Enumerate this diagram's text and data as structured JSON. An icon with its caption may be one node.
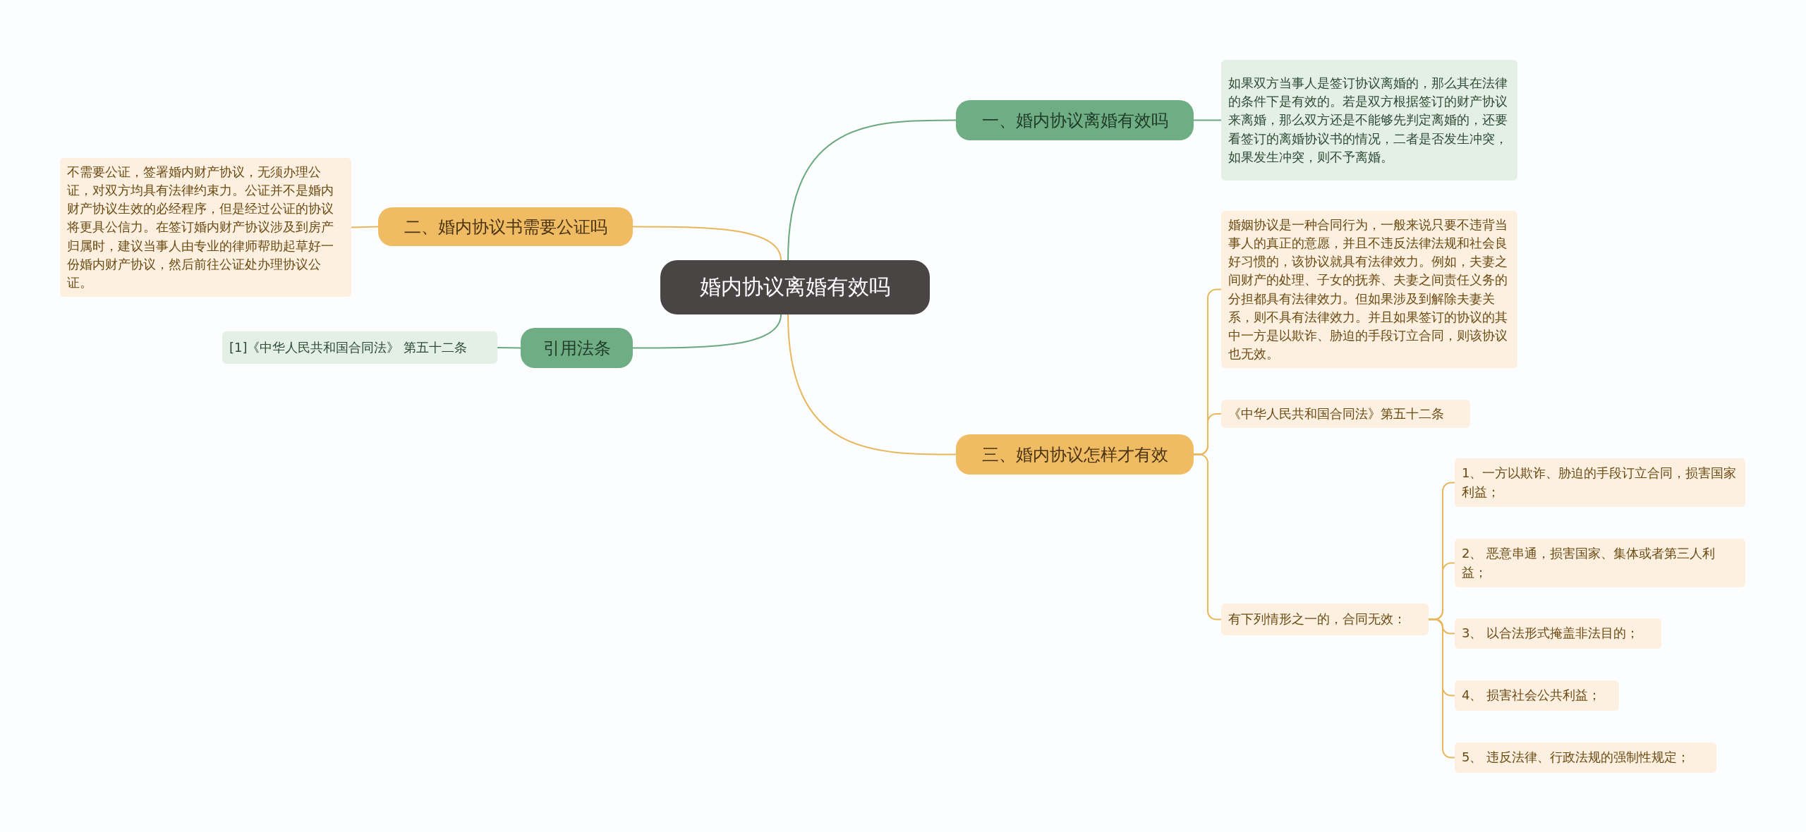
{
  "diagram": {
    "nodes": [
      {
        "text": [
          "婚内协议离婚有效吗"
        ]
      },
      {
        "text": [
          "一、婚内协议离婚有效吗"
        ]
      },
      {
        "text": [
          "如果双方当事人是签订协议离婚的，那么其在法律的条件下是有效的。若是双方根据签订的财产协议来离婚，那么双方还是不能够先判定离婚的，还要看签订的离婚协议书的情况，二者是否发生冲突，如果发生冲突，则不予离婚。"
        ]
      },
      {
        "text": [
          "二、婚内协议书需要公证吗"
        ]
      },
      {
        "text": [
          "不需要公证，签署婚内财产协议，无须办理公证，对双方均具有法律约束力。公证并不是婚内财产协议生效的必经程序，但是经过公证的协议将更具公信力。在签订婚内财产协议涉及到房产归属时，建议当事人由专业的律师帮助起草好一份婚内财产协议，然后前往公证处办理协议公证。"
        ]
      },
      {
        "text": [
          "引用法条"
        ]
      },
      {
        "text": [
          "[1]《中华人民共和国合同法》 第五十二条"
        ]
      },
      {
        "text": [
          "三、婚内协议怎样才有效"
        ]
      },
      {
        "text": [
          "婚姻协议是一种合同行为，一般来说只要不违背当事人的真正的意愿，并且不违反法律法规和社会良好习惯的，该协议就具有法律效力。例如，夫妻之间财产的处理、子女的抚养、夫妻之间责任义务的分担都具有法律效力。但如果涉及到解除夫妻关系，则不具有法律效力。并且如果签订的协议的其中一方是以欺诈、胁迫的手段订立合同，则该协议也无效。"
        ]
      },
      {
        "text": [
          "《中华人民共和国合同法》第五十二条"
        ]
      },
      {
        "text": [
          "有下列情形之一的，合同无效："
        ]
      },
      {
        "text": [
          "1、一方以欺诈、胁迫的手段订立合同，损害国家利益；"
        ]
      },
      {
        "text": [
          "2、 恶意串通，损害国家、集体或者第三人利益；"
        ]
      },
      {
        "text": [
          "3、 以合法形式掩盖非法目的；"
        ]
      },
      {
        "text": [
          "4、 损害社会公共利益；"
        ]
      },
      {
        "text": [
          "5、 违反法律、行政法规的强制性规定；"
        ]
      }
    ],
    "edges": [
      {
        "from": 0,
        "to": 1,
        "arrow": "none",
        "color": "#6aa87e"
      },
      {
        "from": 1,
        "to": 2,
        "arrow": "none",
        "color": "#6aa87e"
      },
      {
        "from": 0,
        "to": 3,
        "arrow": "none"
      },
      {
        "from": 3,
        "to": 4,
        "arrow": "none"
      },
      {
        "from": 0,
        "to": 5,
        "arrow": "none",
        "color": "#6aa87e"
      },
      {
        "from": 5,
        "to": 6,
        "arrow": "none",
        "color": "#6aa87e"
      },
      {
        "from": 0,
        "to": 7,
        "arrow": "none"
      },
      {
        "from": 7,
        "to": 8,
        "arrow": "none"
      },
      {
        "from": 7,
        "to": 9,
        "arrow": "none"
      },
      {
        "from": 7,
        "to": 10,
        "arrow": "none"
      },
      {
        "from": 10,
        "to": 11,
        "arrow": "none"
      },
      {
        "from": 10,
        "to": 12,
        "arrow": "none"
      },
      {
        "from": 10,
        "to": 13,
        "arrow": "none"
      },
      {
        "from": 10,
        "to": 14,
        "arrow": "none"
      },
      {
        "from": 10,
        "to": 15,
        "arrow": "none"
      }
    ]
  }
}
